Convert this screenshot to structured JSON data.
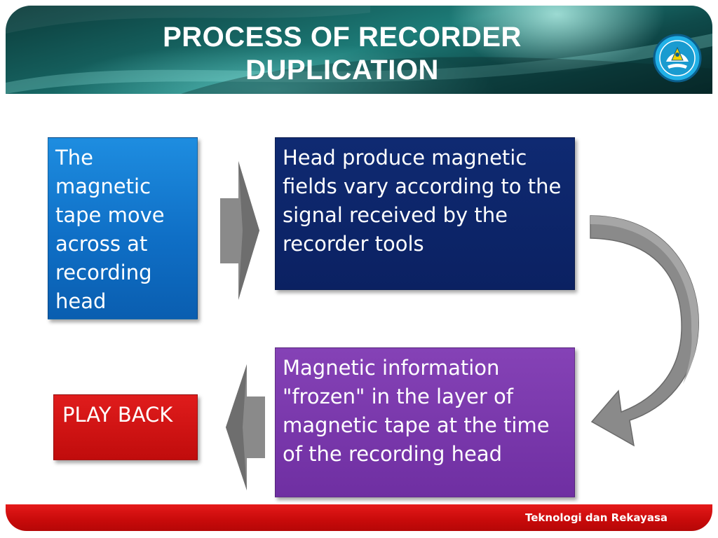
{
  "header": {
    "title_line1": "PROCESS OF RECORDER",
    "title_line2": "DUPLICATION",
    "logo_icon": "tut-wuri-handayani-emblem-icon"
  },
  "diagram": {
    "step1": "The magnetic tape move across at recording head",
    "step2": "Head produce magnetic fields vary according to the signal received by the recorder tools",
    "step3": "Magnetic information \"frozen\" in the layer of magnetic tape at the time of the recording head",
    "step4": "PLAY BACK",
    "colors": {
      "step1": "#0f6fc6",
      "step2": "#0b2162",
      "step3": "#7030a0",
      "step4": "#c00000",
      "arrows": "#808080"
    }
  },
  "footer": {
    "text": "Teknologi dan Rekayasa"
  }
}
